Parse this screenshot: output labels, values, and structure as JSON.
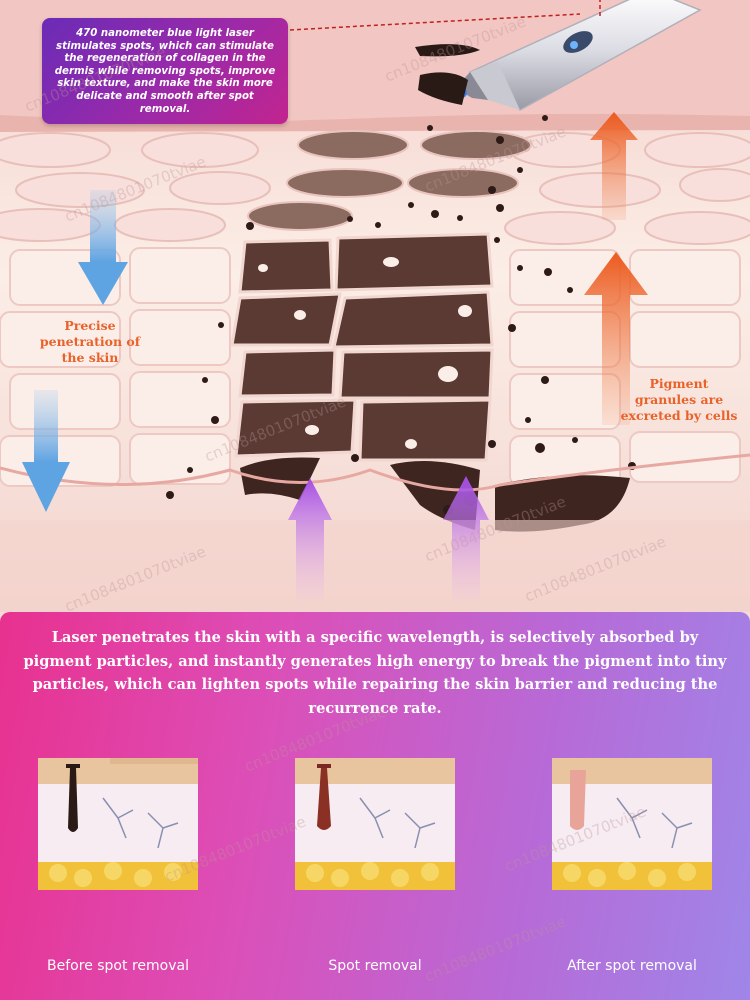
{
  "callout": {
    "text": "470 nanometer blue light laser stimulates spots, which can stimulate the regeneration of collagen in the dermis while removing spots, improve skin texture, and make the skin more delicate and smooth after spot removal."
  },
  "labels": {
    "penetration": "Precise penetration of the skin",
    "pigment_excreted": "Pigment granules are excreted by cells"
  },
  "description": "Laser penetrates the skin with a specific wavelength, is selectively absorbed by pigment particles, and instantly generates high energy to break the pigment into tiny particles, which can lighten spots while repairing the skin barrier and reducing the recurrence rate.",
  "stages": [
    {
      "caption": "Before spot removal"
    },
    {
      "caption": "Spot removal"
    },
    {
      "caption": "After spot removal"
    }
  ],
  "watermark": "cn1084801070tviae",
  "colors": {
    "pigment": "#4a2e28",
    "arrow_blue": "#6aa8e0",
    "arrow_orange": "#ef5a22",
    "arrow_purple": "#a44be0",
    "laser_pen": "#e4e4ea"
  }
}
